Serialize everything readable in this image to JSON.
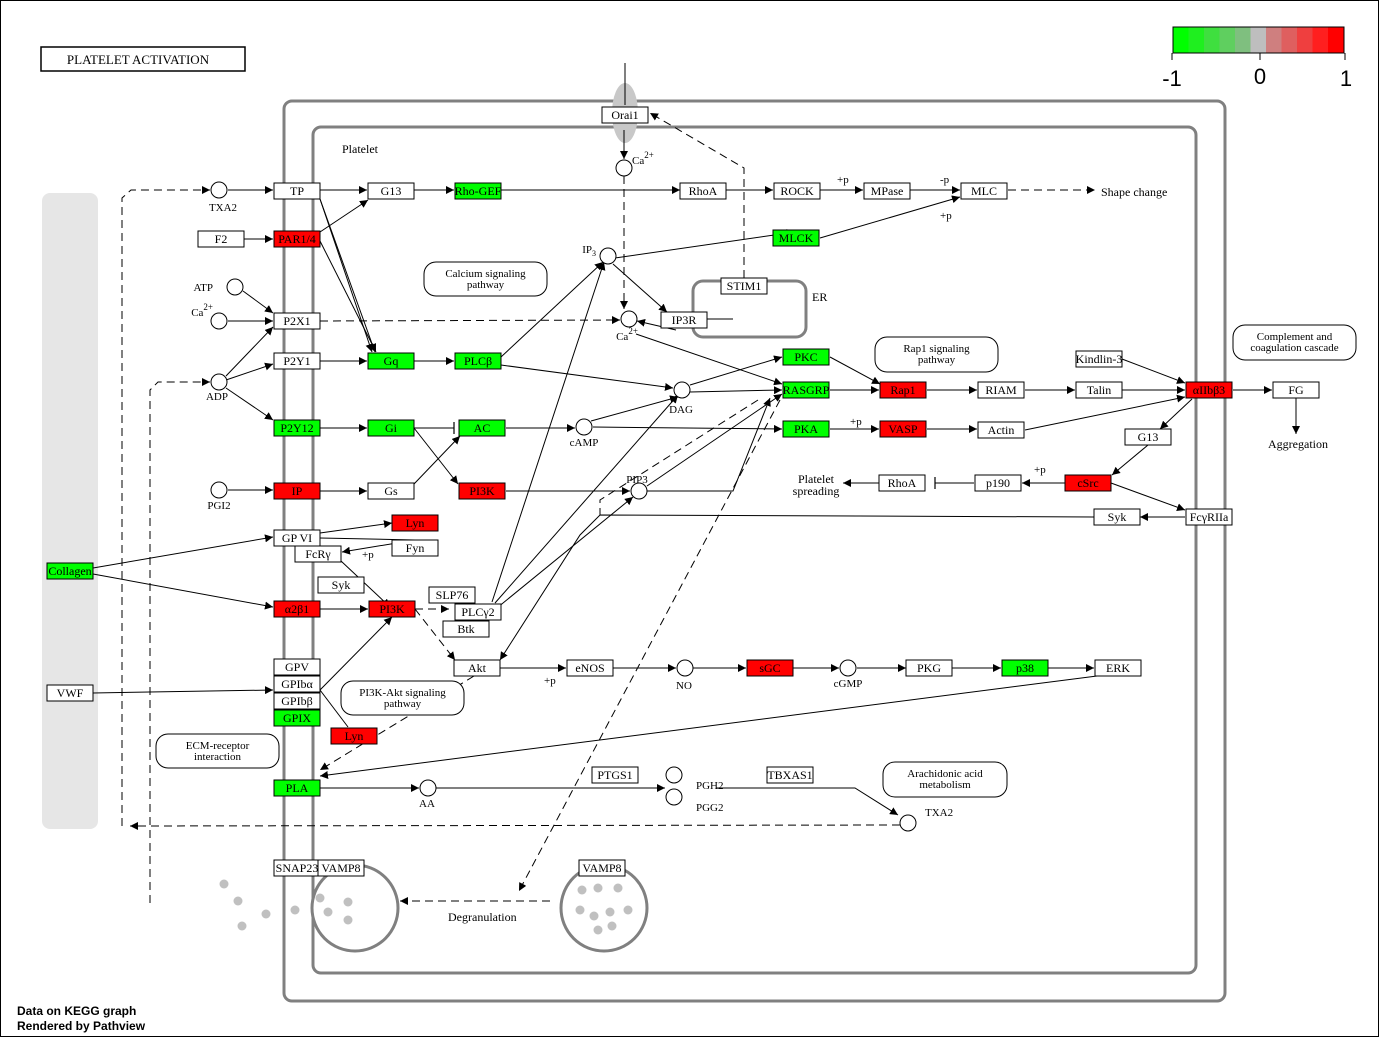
{
  "title": "PLATELET ACTIVATION",
  "legend": {
    "colors": [
      "#00ff00",
      "#1fef1f",
      "#3fdf3f",
      "#5fcf5f",
      "#7fbf7f",
      "#bebebe",
      "#cf7f7f",
      "#df5f5f",
      "#ef3f3f",
      "#ff1f1f",
      "#ff0000"
    ],
    "labels": [
      "-1",
      "0",
      "1"
    ]
  },
  "colors": {
    "up": "#ff0000",
    "down": "#00ff00",
    "none": "#ffffff",
    "membrane": "#808080",
    "ecm": "#e6e6e6",
    "vesicle_dot": "#c0c0c0"
  },
  "compartments": {
    "platelet": "Platelet",
    "er": "ER"
  },
  "genes": [
    {
      "id": "orai1",
      "label": "Orai1",
      "state": "none"
    },
    {
      "id": "tp",
      "label": "TP",
      "state": "none"
    },
    {
      "id": "g13a",
      "label": "G13",
      "state": "none"
    },
    {
      "id": "rhogef",
      "label": "Rho-GEF",
      "state": "down"
    },
    {
      "id": "rhoa1",
      "label": "RhoA",
      "state": "none"
    },
    {
      "id": "rock",
      "label": "ROCK",
      "state": "none"
    },
    {
      "id": "mpase",
      "label": "MPase",
      "state": "none"
    },
    {
      "id": "mlc",
      "label": "MLC",
      "state": "none"
    },
    {
      "id": "f2",
      "label": "F2",
      "state": "none"
    },
    {
      "id": "par14",
      "label": "PAR1/4",
      "state": "up"
    },
    {
      "id": "mlck",
      "label": "MLCK",
      "state": "down"
    },
    {
      "id": "stim1",
      "label": "STIM1",
      "state": "none"
    },
    {
      "id": "p2x1",
      "label": "P2X1",
      "state": "none"
    },
    {
      "id": "ip3r",
      "label": "IP3R",
      "state": "none"
    },
    {
      "id": "p2y1",
      "label": "P2Y1",
      "state": "none"
    },
    {
      "id": "gq",
      "label": "Gq",
      "state": "down"
    },
    {
      "id": "plcb",
      "label": "PLCβ",
      "state": "down"
    },
    {
      "id": "pkc",
      "label": "PKC",
      "state": "down"
    },
    {
      "id": "rasgrp",
      "label": "RASGRP",
      "state": "down"
    },
    {
      "id": "rap1",
      "label": "Rap1",
      "state": "up"
    },
    {
      "id": "riam",
      "label": "RIAM",
      "state": "none"
    },
    {
      "id": "talin",
      "label": "Talin",
      "state": "none"
    },
    {
      "id": "kindlin3",
      "label": "Kindlin-3",
      "state": "none"
    },
    {
      "id": "aiib3",
      "label": "αIIbβ3",
      "state": "up"
    },
    {
      "id": "fg",
      "label": "FG",
      "state": "none"
    },
    {
      "id": "p2y12",
      "label": "P2Y12",
      "state": "down"
    },
    {
      "id": "gi",
      "label": "Gi",
      "state": "down"
    },
    {
      "id": "ac",
      "label": "AC",
      "state": "down"
    },
    {
      "id": "pka",
      "label": "PKA",
      "state": "down"
    },
    {
      "id": "vasp",
      "label": "VASP",
      "state": "up"
    },
    {
      "id": "actin",
      "label": "Actin",
      "state": "none"
    },
    {
      "id": "g13b",
      "label": "G13",
      "state": "none"
    },
    {
      "id": "ip",
      "label": "IP",
      "state": "up"
    },
    {
      "id": "gs",
      "label": "Gs",
      "state": "none"
    },
    {
      "id": "pi3k1",
      "label": "PI3K",
      "state": "up"
    },
    {
      "id": "rhoa2",
      "label": "RhoA",
      "state": "none"
    },
    {
      "id": "p190",
      "label": "p190",
      "state": "none"
    },
    {
      "id": "csrc",
      "label": "cSrc",
      "state": "up"
    },
    {
      "id": "gpvi",
      "label": "GP VI",
      "state": "none"
    },
    {
      "id": "lyn1",
      "label": "Lyn",
      "state": "up"
    },
    {
      "id": "fcry",
      "label": "FcRγ",
      "state": "none"
    },
    {
      "id": "fyn",
      "label": "Fyn",
      "state": "none"
    },
    {
      "id": "syk1",
      "label": "Syk",
      "state": "none"
    },
    {
      "id": "syk2",
      "label": "Syk",
      "state": "none"
    },
    {
      "id": "fcgr2a",
      "label": "FcγRIIa",
      "state": "none"
    },
    {
      "id": "collagen",
      "label": "Collagen",
      "state": "down"
    },
    {
      "id": "a2b1",
      "label": "α2β1",
      "state": "up"
    },
    {
      "id": "pi3k2",
      "label": "PI3K",
      "state": "up"
    },
    {
      "id": "slp76",
      "label": "SLP76",
      "state": "none"
    },
    {
      "id": "plcy2",
      "label": "PLCγ2",
      "state": "none"
    },
    {
      "id": "btk",
      "label": "Btk",
      "state": "none"
    },
    {
      "id": "akt",
      "label": "Akt",
      "state": "none"
    },
    {
      "id": "enos",
      "label": "eNOS",
      "state": "none"
    },
    {
      "id": "sgc",
      "label": "sGC",
      "state": "up"
    },
    {
      "id": "pkg",
      "label": "PKG",
      "state": "none"
    },
    {
      "id": "p38",
      "label": "p38",
      "state": "down"
    },
    {
      "id": "erk",
      "label": "ERK",
      "state": "none"
    },
    {
      "id": "gpv",
      "label": "GPV",
      "state": "none"
    },
    {
      "id": "gpiba",
      "label": "GPIbα",
      "state": "none"
    },
    {
      "id": "gpibb",
      "label": "GPIbβ",
      "state": "none"
    },
    {
      "id": "gpix",
      "label": "GPIX",
      "state": "down"
    },
    {
      "id": "vwf",
      "label": "VWF",
      "state": "none"
    },
    {
      "id": "lyn2",
      "label": "Lyn",
      "state": "up"
    },
    {
      "id": "pla",
      "label": "PLA",
      "state": "down"
    },
    {
      "id": "ptgs1",
      "label": "PTGS1",
      "state": "none"
    },
    {
      "id": "tbxas1",
      "label": "TBXAS1",
      "state": "none"
    },
    {
      "id": "snap23",
      "label": "SNAP23",
      "state": "none"
    },
    {
      "id": "vamp8a",
      "label": "VAMP8",
      "state": "none"
    },
    {
      "id": "vamp8b",
      "label": "VAMP8",
      "state": "none"
    }
  ],
  "compounds": [
    {
      "id": "ca_top",
      "label": "Ca2+"
    },
    {
      "id": "txa2a",
      "label": "TXA2"
    },
    {
      "id": "ip3",
      "label": "IP3"
    },
    {
      "id": "atp",
      "label": "ATP"
    },
    {
      "id": "ca_left",
      "label": "Ca2+"
    },
    {
      "id": "ca_mid",
      "label": "Ca2+"
    },
    {
      "id": "adp",
      "label": "ADP"
    },
    {
      "id": "dag",
      "label": "DAG"
    },
    {
      "id": "camp",
      "label": "cAMP"
    },
    {
      "id": "pgi2",
      "label": "PGI2"
    },
    {
      "id": "pip3",
      "label": "PIP3"
    },
    {
      "id": "no",
      "label": "NO"
    },
    {
      "id": "cgmp",
      "label": "cGMP"
    },
    {
      "id": "aa",
      "label": "AA"
    },
    {
      "id": "pgh2",
      "label": "PGH2"
    },
    {
      "id": "pgg2",
      "label": "PGG2"
    },
    {
      "id": "txa2b",
      "label": "TXA2"
    }
  ],
  "maps": [
    {
      "id": "calcium",
      "lines": [
        "Calcium signaling",
        "pathway"
      ]
    },
    {
      "id": "rap1map",
      "lines": [
        "Rap1 signaling",
        "pathway"
      ]
    },
    {
      "id": "complement",
      "lines": [
        "Complement and",
        "coagulation cascade"
      ]
    },
    {
      "id": "pi3kakt",
      "lines": [
        "PI3K-Akt signaling",
        "pathway"
      ]
    },
    {
      "id": "ecm",
      "lines": [
        "ECM-receptor",
        "interaction"
      ]
    },
    {
      "id": "arachidonic",
      "lines": [
        "Arachidonic acid",
        "metabolism"
      ]
    }
  ],
  "texts": {
    "shape_change": "Shape change",
    "aggregation": "Aggregation",
    "platelet_spreading_1": "Platelet",
    "platelet_spreading_2": "spreading",
    "degranulation": "Degranulation",
    "p_plus": "+p",
    "p_minus": "-p"
  },
  "footer": {
    "line1": "Data on KEGG graph",
    "line2": "Rendered by Pathview"
  }
}
